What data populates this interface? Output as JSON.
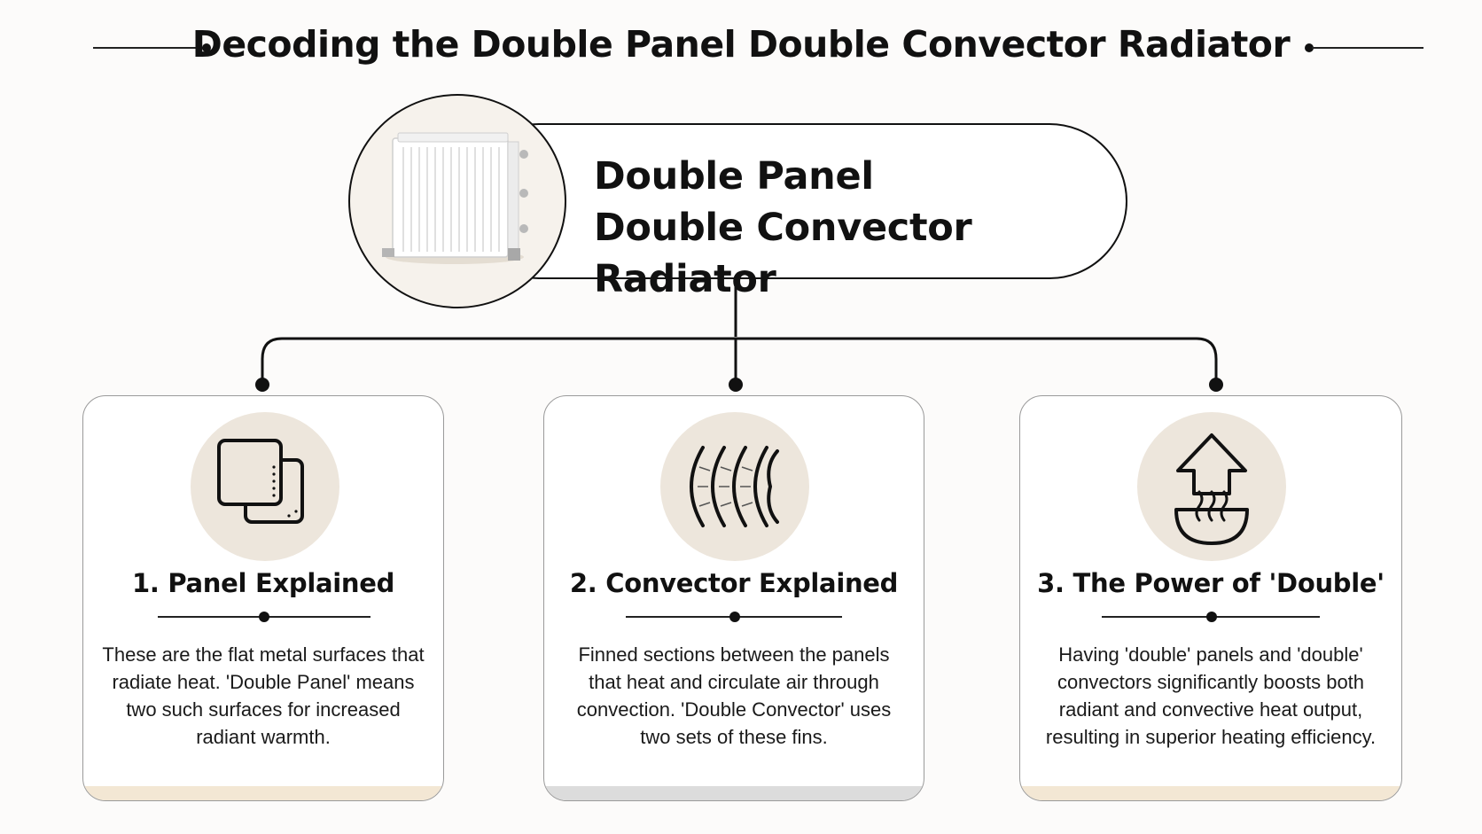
{
  "header": {
    "title": "Decoding the Double Panel Double Convector Radiator"
  },
  "hero": {
    "title_line1": "Double Panel",
    "title_line2": "Double Convector Radiator",
    "image_icon": "radiator-icon"
  },
  "cards": [
    {
      "title": "1. Panel Explained",
      "description": "These are the flat metal surfaces that radiate heat. 'Double Panel' means two such surfaces for increased radiant warmth.",
      "icon": "double-panel-icon",
      "accent_color": "#f3e7d4"
    },
    {
      "title": "2. Convector Explained",
      "description": "Finned sections between the panels that heat and circulate air through convection. 'Double Convector' uses two sets of these fins.",
      "icon": "convector-fins-icon",
      "accent_color": "#dcdcdc"
    },
    {
      "title": "3. The Power of 'Double'",
      "description": "Having 'double' panels and 'double' convectors significantly boosts both radiant and convective heat output, resulting in superior heating efficiency.",
      "icon": "heat-rising-icon",
      "accent_color": "#f3e7d4"
    }
  ],
  "colors": {
    "background": "#fcfbfa",
    "icon_circle": "#ede6dc",
    "line": "#111111"
  }
}
